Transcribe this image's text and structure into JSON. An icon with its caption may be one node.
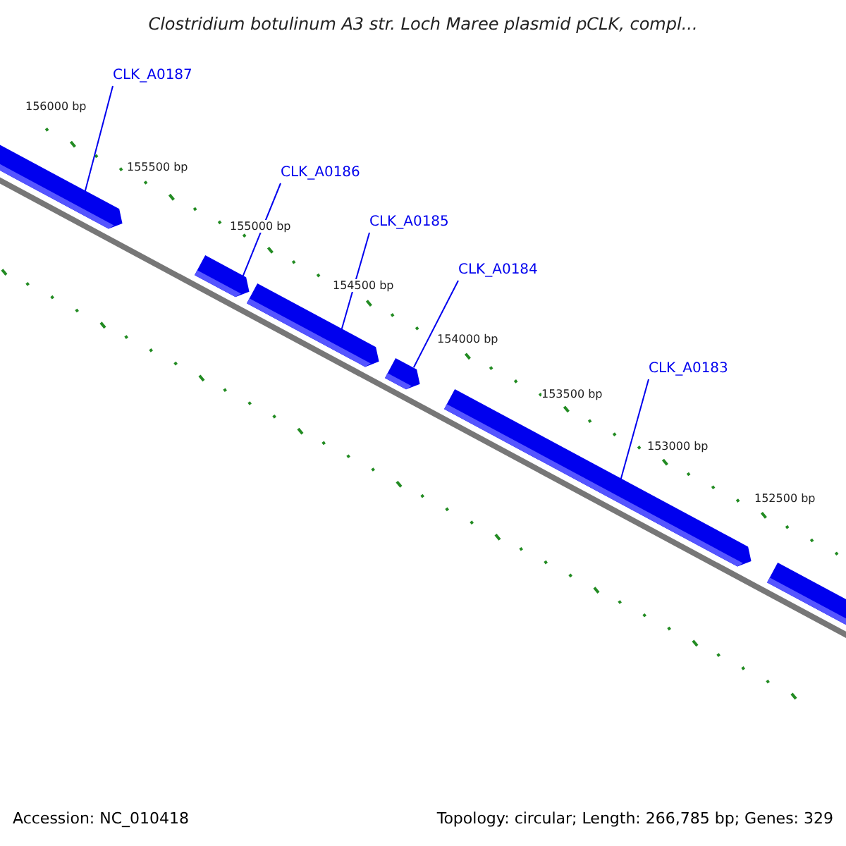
{
  "diagram": {
    "title": "Clostridium botulinum A3 str. Loch Maree plasmid pCLK, compl...",
    "nodes": [
      {
        "text": [
          "CLK_A0187"
        ]
      },
      {
        "text": [
          "CLK_A0186"
        ]
      },
      {
        "text": [
          "CLK_A0185"
        ]
      },
      {
        "text": [
          "CLK_A0184"
        ]
      },
      {
        "text": [
          "CLK_A0183"
        ]
      },
      {
        "text": [],
        "shape": "arrow"
      },
      {
        "text": [],
        "shape": "arrow"
      },
      {
        "text": [],
        "shape": "arrow"
      },
      {
        "text": [],
        "shape": "arrow"
      },
      {
        "text": [],
        "shape": "arrow"
      },
      {
        "text": [],
        "shape": "arrow"
      }
    ],
    "edges": [
      {
        "from": 0,
        "to": 5,
        "arrow": "none"
      },
      {
        "from": 1,
        "to": 6,
        "arrow": "none"
      },
      {
        "from": 2,
        "to": 7,
        "arrow": "none"
      },
      {
        "from": 3,
        "to": 8,
        "arrow": "none"
      },
      {
        "from": 4,
        "to": 9,
        "arrow": "none"
      }
    ],
    "labels": [
      "156000 bp",
      "155500 bp",
      "155000 bp",
      "154500 bp",
      "154000 bp",
      "153500 bp",
      "153000 bp",
      "152500 bp",
      "Accession: NC_010418",
      "Topology: circular; Length: 266,785 bp; Genes: 329"
    ]
  }
}
